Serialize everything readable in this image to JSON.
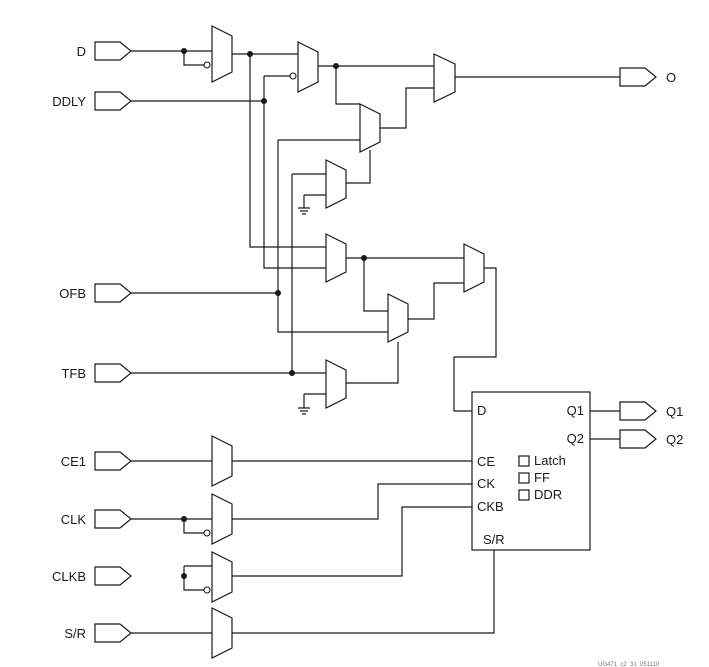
{
  "ports_in": [
    {
      "id": "D",
      "label": "D"
    },
    {
      "id": "DDLY",
      "label": "DDLY"
    },
    {
      "id": "OFB",
      "label": "OFB"
    },
    {
      "id": "TFB",
      "label": "TFB"
    },
    {
      "id": "CE1",
      "label": "CE1"
    },
    {
      "id": "CLK",
      "label": "CLK"
    },
    {
      "id": "CLKB",
      "label": "CLKB"
    },
    {
      "id": "SR",
      "label": "S/R"
    }
  ],
  "ports_out": [
    {
      "id": "O",
      "label": "O"
    },
    {
      "id": "Q1",
      "label": "Q1"
    },
    {
      "id": "Q2",
      "label": "Q2"
    }
  ],
  "storage_block": {
    "pins": {
      "d": "D",
      "ce": "CE",
      "ck": "CK",
      "ckb": "CKB",
      "sr": "S/R",
      "q1": "Q1",
      "q2": "Q2"
    },
    "modes": [
      "Latch",
      "FF",
      "DDR"
    ]
  },
  "figure_id": "UG471_c2_31_051110"
}
